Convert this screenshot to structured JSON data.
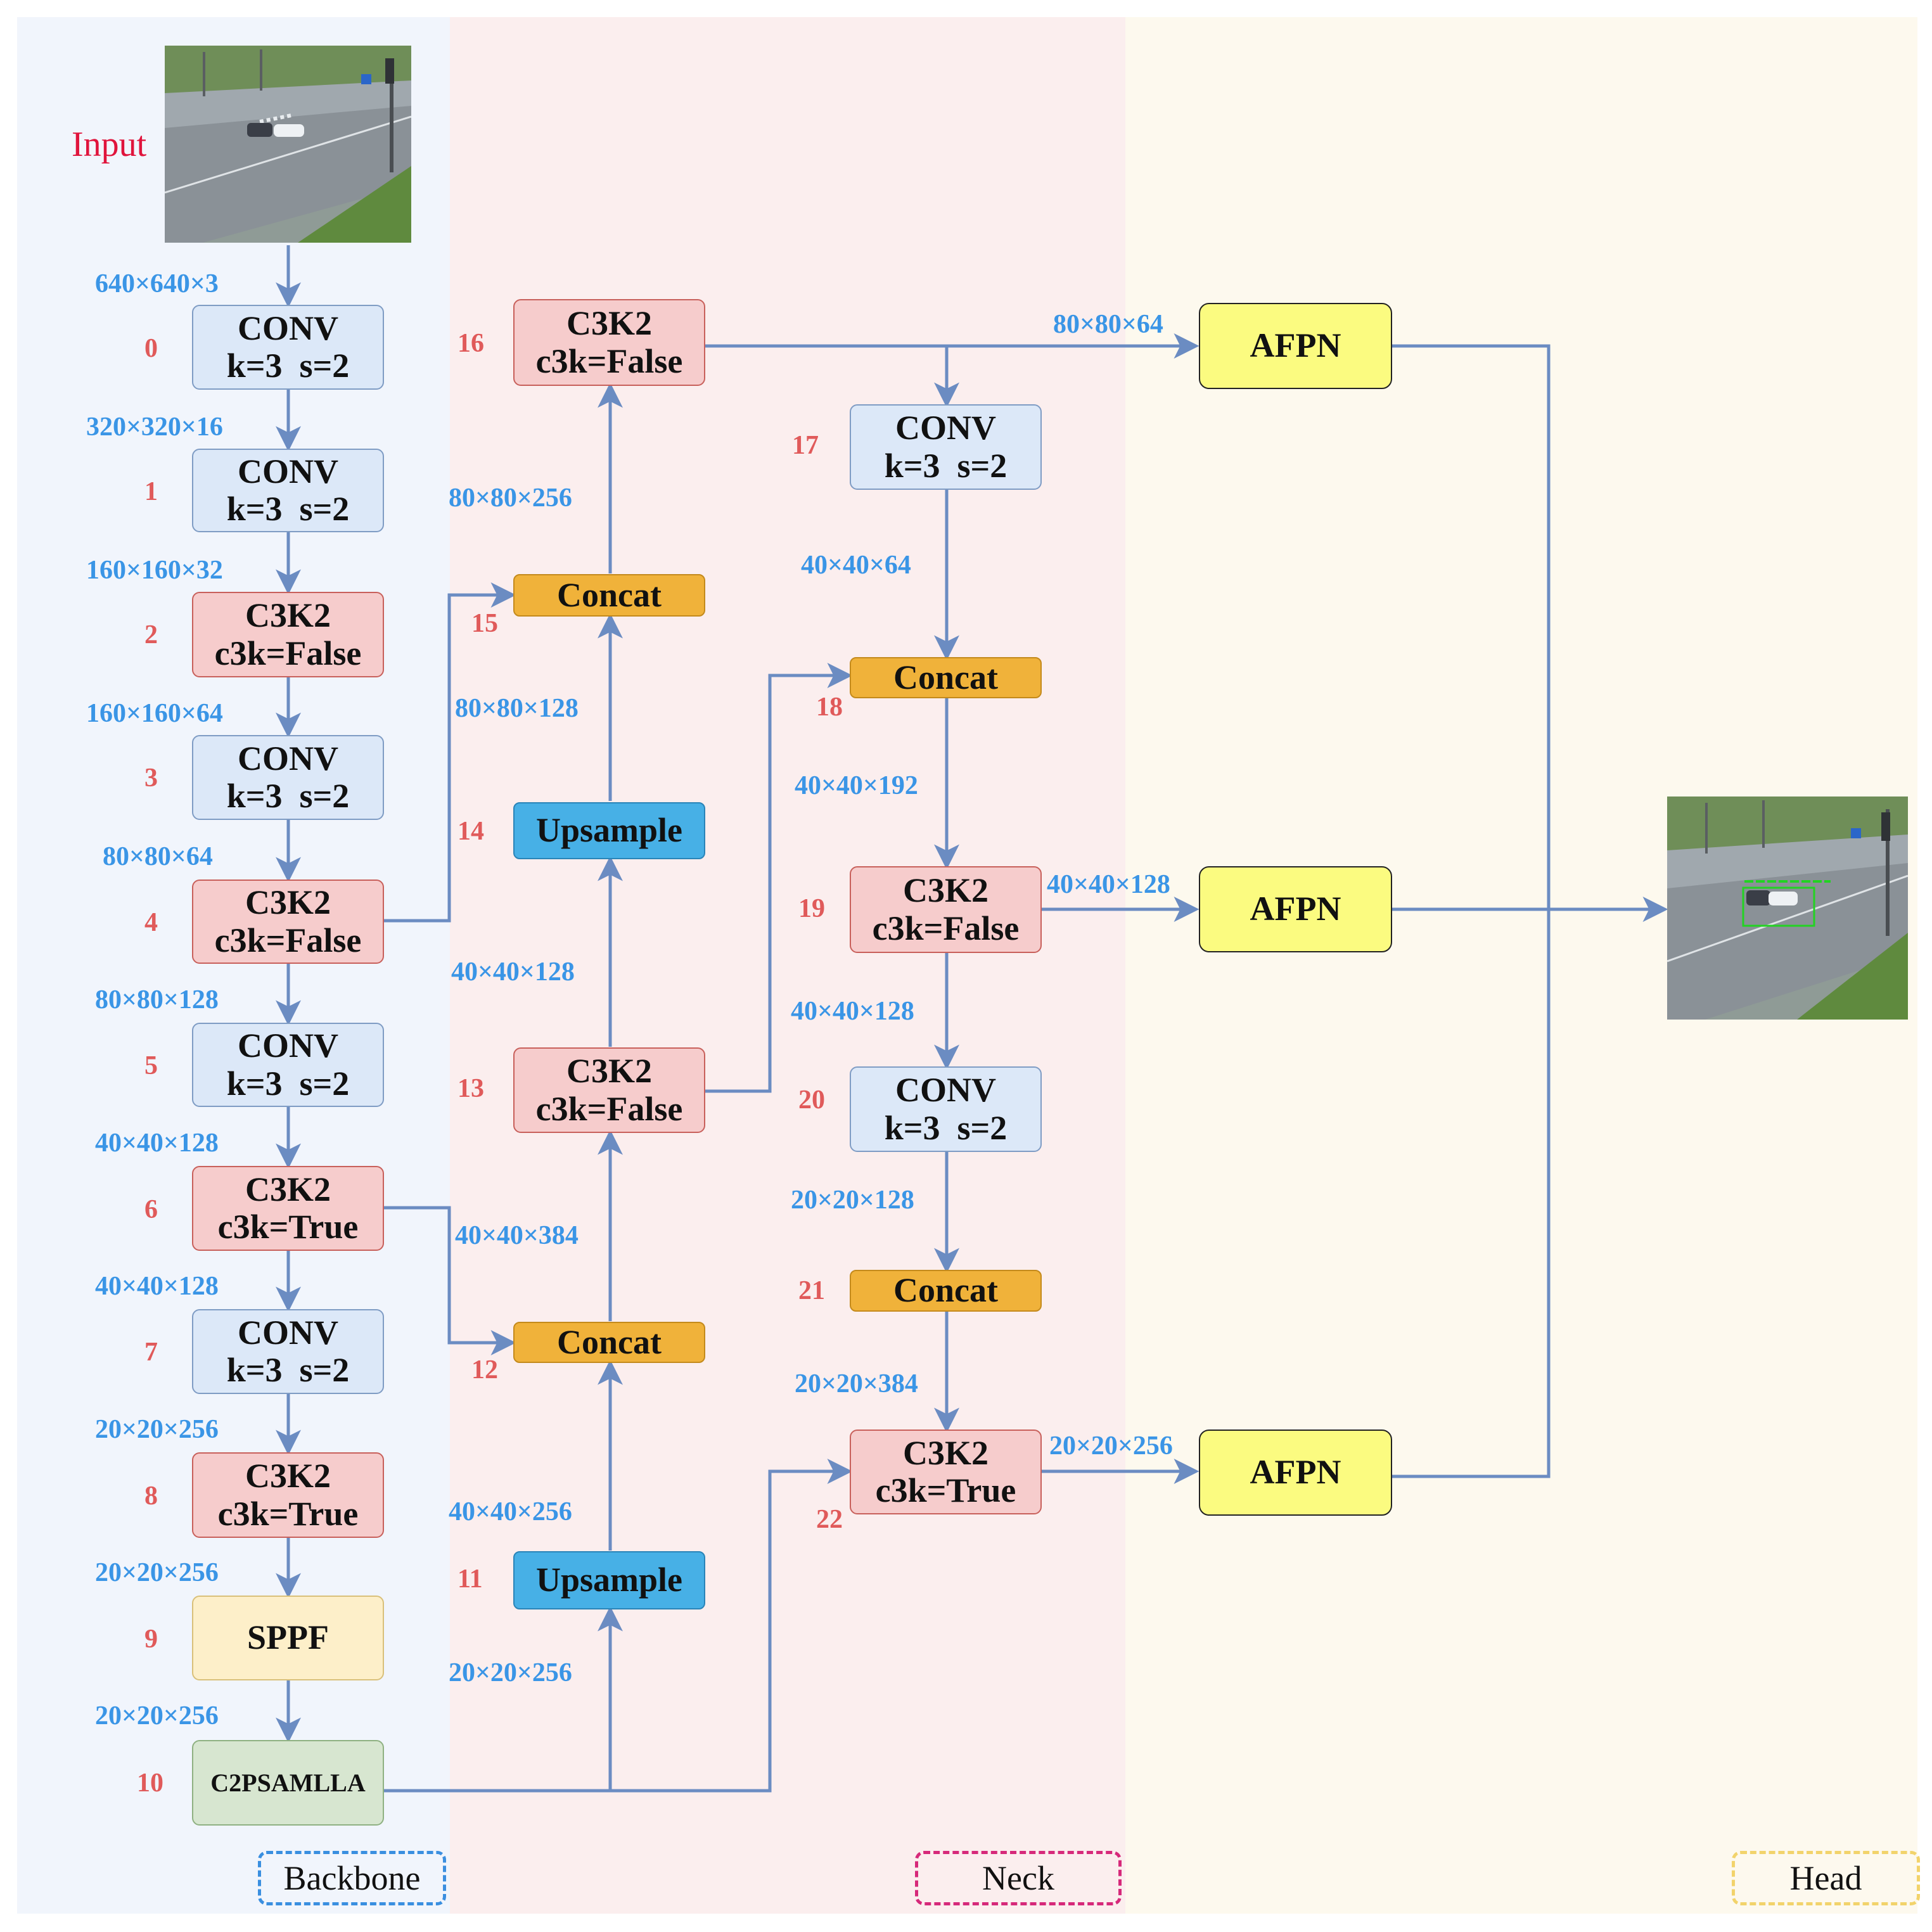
{
  "input_label": "Input",
  "blocks": {
    "b0": {
      "idx": "0",
      "line1": "CONV",
      "line2": "k=3  s=2"
    },
    "b1": {
      "idx": "1",
      "line1": "CONV",
      "line2": "k=3  s=2"
    },
    "b2": {
      "idx": "2",
      "line1": "C3K2",
      "line2": "c3k=False"
    },
    "b3": {
      "idx": "3",
      "line1": "CONV",
      "line2": "k=3  s=2"
    },
    "b4": {
      "idx": "4",
      "line1": "C3K2",
      "line2": "c3k=False"
    },
    "b5": {
      "idx": "5",
      "line1": "CONV",
      "line2": "k=3  s=2"
    },
    "b6": {
      "idx": "6",
      "line1": "C3K2",
      "line2": "c3k=True"
    },
    "b7": {
      "idx": "7",
      "line1": "CONV",
      "line2": "k=3  s=2"
    },
    "b8": {
      "idx": "8",
      "line1": "C3K2",
      "line2": "c3k=True"
    },
    "b9": {
      "idx": "9",
      "line1": "SPPF"
    },
    "b10": {
      "idx": "10",
      "line1": "C2PSAMLLA"
    },
    "b11": {
      "idx": "11",
      "line1": "Upsample"
    },
    "b12": {
      "idx": "12",
      "line1": "Concat"
    },
    "b13": {
      "idx": "13",
      "line1": "C3K2",
      "line2": "c3k=False"
    },
    "b14": {
      "idx": "14",
      "line1": "Upsample"
    },
    "b15": {
      "idx": "15",
      "line1": "Concat"
    },
    "b16": {
      "idx": "16",
      "line1": "C3K2",
      "line2": "c3k=False"
    },
    "b17": {
      "idx": "17",
      "line1": "CONV",
      "line2": "k=3  s=2"
    },
    "b18": {
      "idx": "18",
      "line1": "Concat"
    },
    "b19": {
      "idx": "19",
      "line1": "C3K2",
      "line2": "c3k=False"
    },
    "b20": {
      "idx": "20",
      "line1": "CONV",
      "line2": "k=3  s=2"
    },
    "b21": {
      "idx": "21",
      "line1": "Concat"
    },
    "b22": {
      "idx": "22",
      "line1": "C3K2",
      "line2": "c3k=True"
    },
    "afpn_top": {
      "line1": "AFPN"
    },
    "afpn_mid": {
      "line1": "AFPN"
    },
    "afpn_bot": {
      "line1": "AFPN"
    }
  },
  "dims": {
    "d_input": "640×640×3",
    "d_0_1": "320×320×16",
    "d_1_2": "160×160×32",
    "d_2_3": "160×160×64",
    "d_3_4": "80×80×64",
    "d_4_5": "80×80×128",
    "d_5_6": "40×40×128",
    "d_6_7": "40×40×128",
    "d_7_8": "20×20×256",
    "d_8_9": "20×20×256",
    "d_9_10": "20×20×256",
    "d_10_11": "20×20×256",
    "d_11_12": "40×40×256",
    "d_12_13": "40×40×384",
    "d_13_14": "40×40×128",
    "d_14_15": "80×80×128",
    "d_15_16": "80×80×256",
    "d_16_afpn": "80×80×64",
    "d_17_18": "40×40×64",
    "d_18_19": "40×40×192",
    "d_19_afpn": "40×40×128",
    "d_19_20": "40×40×128",
    "d_20_21": "20×20×128",
    "d_21_22": "20×20×384",
    "d_22_afpn": "20×20×256"
  },
  "legend": {
    "backbone": "Backbone",
    "neck": "Neck",
    "head": "Head"
  },
  "colors": {
    "arrow": "#6b8cc2",
    "dim_text": "#3a95e6",
    "index_text": "#e05a5a",
    "input_label": "#e0143c",
    "conv_fill": "#dce8f8",
    "c3k2_fill": "#f6cccc",
    "concat_fill": "#f0b23a",
    "upsample_fill": "#47b0e6",
    "sppf_fill": "#fdefc9",
    "c2psa_fill": "#d7e6d0",
    "afpn_fill": "#fbfb80",
    "backbone_bg": "#f1f5fc",
    "neck_bg": "#fbeeee",
    "head_bg": "#fdf9ee"
  }
}
